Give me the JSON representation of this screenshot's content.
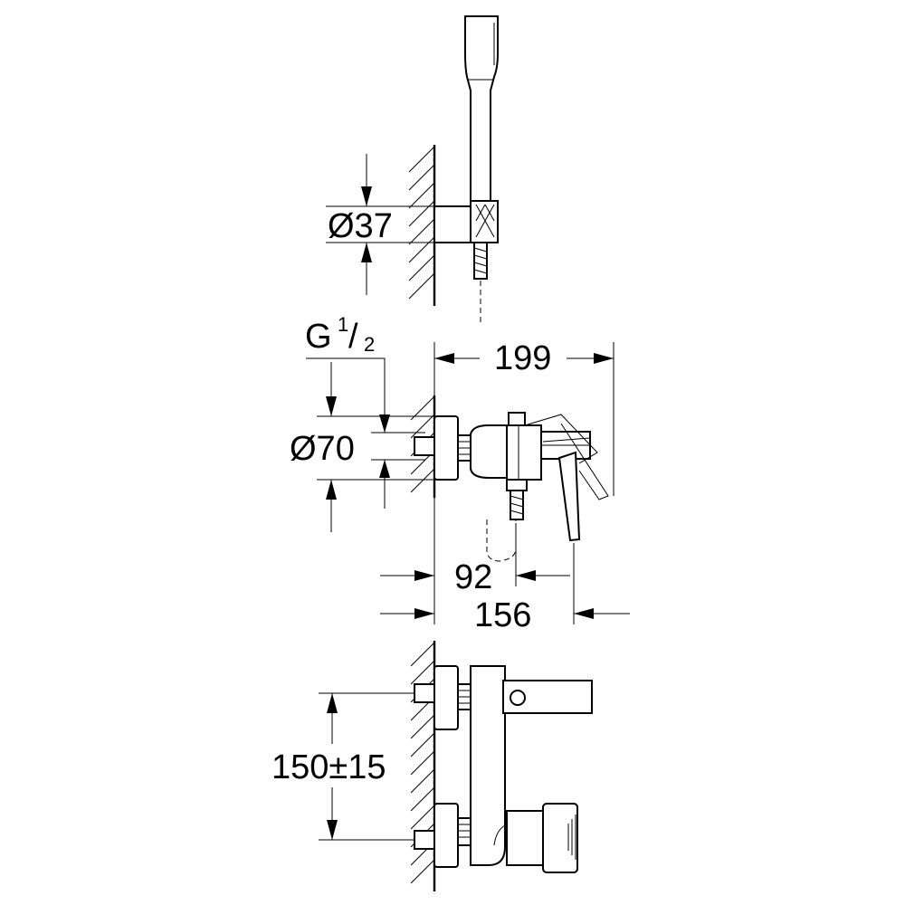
{
  "labels": {
    "d37": "Ø37",
    "g_main": "G",
    "g_num": "1",
    "g_slash": "/",
    "g_den": "2",
    "w199": "199",
    "d70": "Ø70",
    "w92": "92",
    "w156": "156",
    "h150": "150±15"
  }
}
